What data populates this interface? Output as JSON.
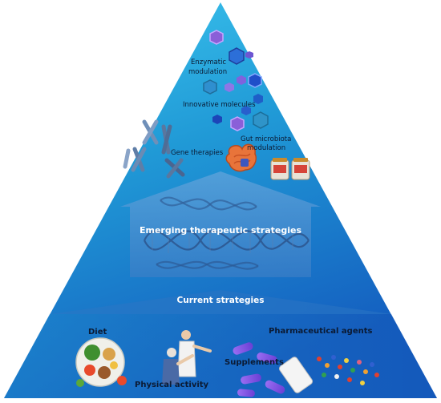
{
  "pyramid": {
    "top_labels": {
      "enzymatic_line1": "Enzymatic",
      "enzymatic_line2": "modulation",
      "innovative": "Innovative molecules",
      "gene": "Gene therapies",
      "gut_line1": "Gut microbiota",
      "gut_line2": "modulation"
    },
    "middle_label": "Emerging therapeutic strategies",
    "current_label": "Current strategies",
    "bottom_labels": {
      "diet": "Diet",
      "physical": "Physical activity",
      "supplements": "Supplements",
      "pharma": "Pharmaceutical agents"
    }
  },
  "colors": {
    "pyramid_top": "#2fb8e6",
    "pyramid_bottom": "#1665c4",
    "house_fill": "#4d8fd0",
    "text_light": "#ffffff",
    "text_dark": "#0b1a33"
  },
  "icons": {
    "enzyme": "hexagon-molecule-icon",
    "chromosome": "chromosome-icon",
    "gut": "intestine-icon",
    "jar": "supplement-jar-icon",
    "dna": "dna-helix-icon",
    "plate": "food-plate-icon",
    "person": "exercise-people-icon",
    "capsule": "capsule-icon",
    "bottle": "pill-bottle-icon"
  }
}
